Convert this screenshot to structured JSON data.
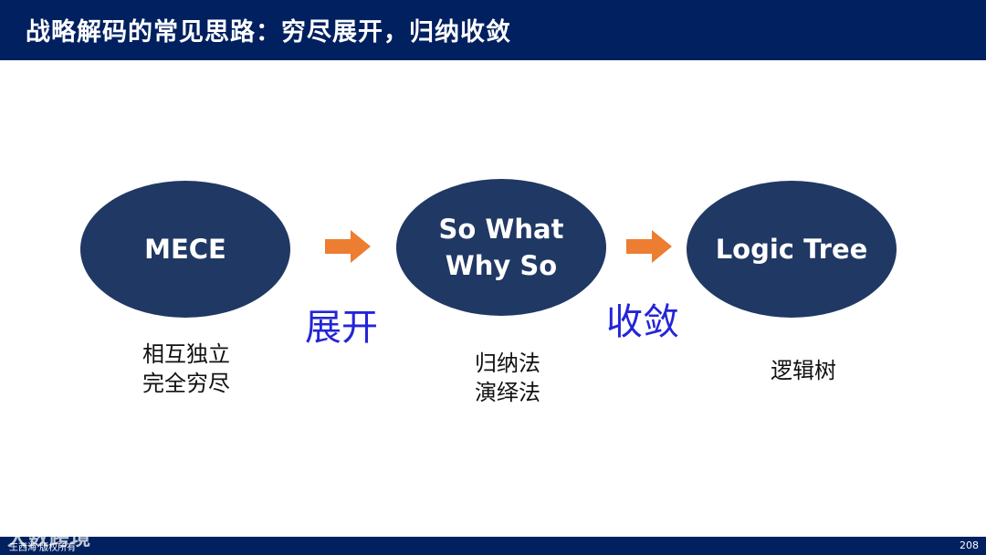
{
  "header": {
    "title": "战略解码的常见思路：穷尽展开，归纳收敛"
  },
  "stages": [
    {
      "label": "MECE",
      "description": "相互独立\n完全穷尽"
    },
    {
      "label": "So What\nWhy So",
      "description": "归纳法\n演绎法"
    },
    {
      "label": "Logic Tree",
      "description": "逻辑树"
    }
  ],
  "transitions": [
    {
      "label": "展开",
      "arrow_icon": "orange-right-arrow-icon"
    },
    {
      "label": "收敛",
      "arrow_icon": "orange-right-arrow-icon"
    }
  ],
  "footer": {
    "left_text": "王西海 版权所有",
    "page_number": "208",
    "watermark": "大数跨境"
  },
  "colors": {
    "header_bg": "#002060",
    "ellipse_fill": "#203864",
    "arrow": "#ED7D31",
    "stage_word": "#2424d8"
  }
}
